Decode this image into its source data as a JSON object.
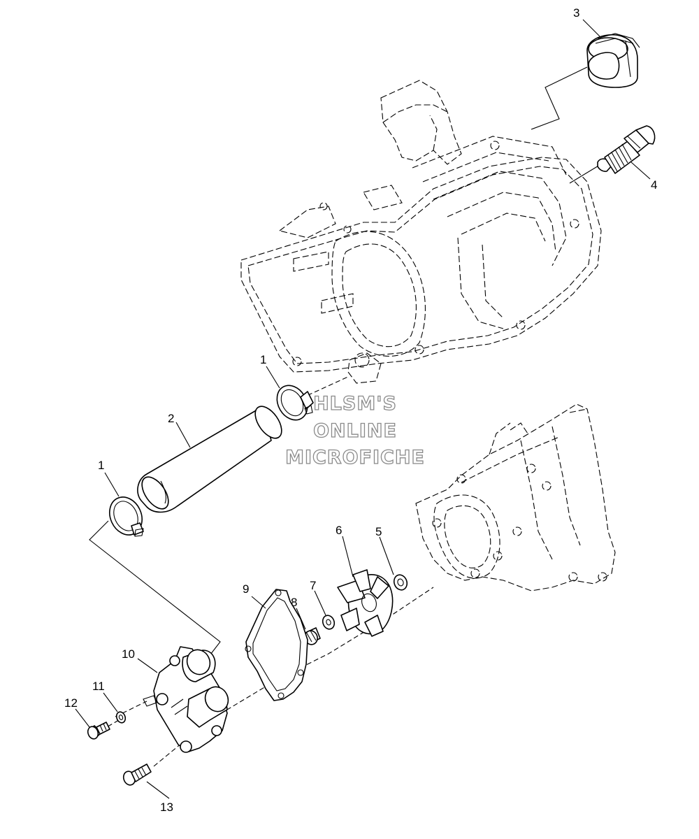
{
  "watermark": {
    "line1": "HLSM'S",
    "line2": "ONLINE",
    "line3": "MICROFICHE"
  },
  "callouts": {
    "c1a": "1",
    "c1b": "1",
    "c2": "2",
    "c3": "3",
    "c4": "4",
    "c5": "5",
    "c6": "6",
    "c7": "7",
    "c8": "8",
    "c9": "9",
    "c10": "10",
    "c11": "11",
    "c12": "12",
    "c13": "13"
  }
}
